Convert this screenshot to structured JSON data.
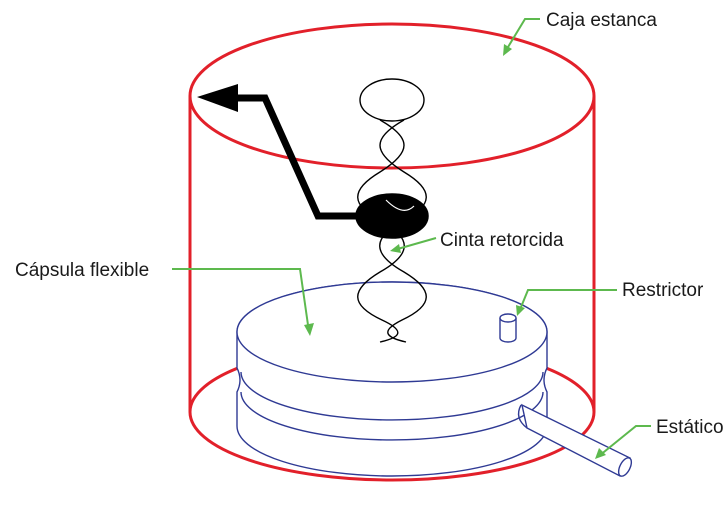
{
  "labels": {
    "caja_estanca": "Caja estanca",
    "capsula_flexible": "Cápsula flexible",
    "cinta_retorcida": "Cinta retorcida",
    "restrictor": "Restrictor",
    "estatico": "Estático"
  },
  "colors": {
    "case_outline": "#e2202a",
    "capsule_outline": "#2f3a94",
    "leader_line": "#5db94e",
    "pointer": "#000000",
    "text": "#1a1a1a"
  }
}
